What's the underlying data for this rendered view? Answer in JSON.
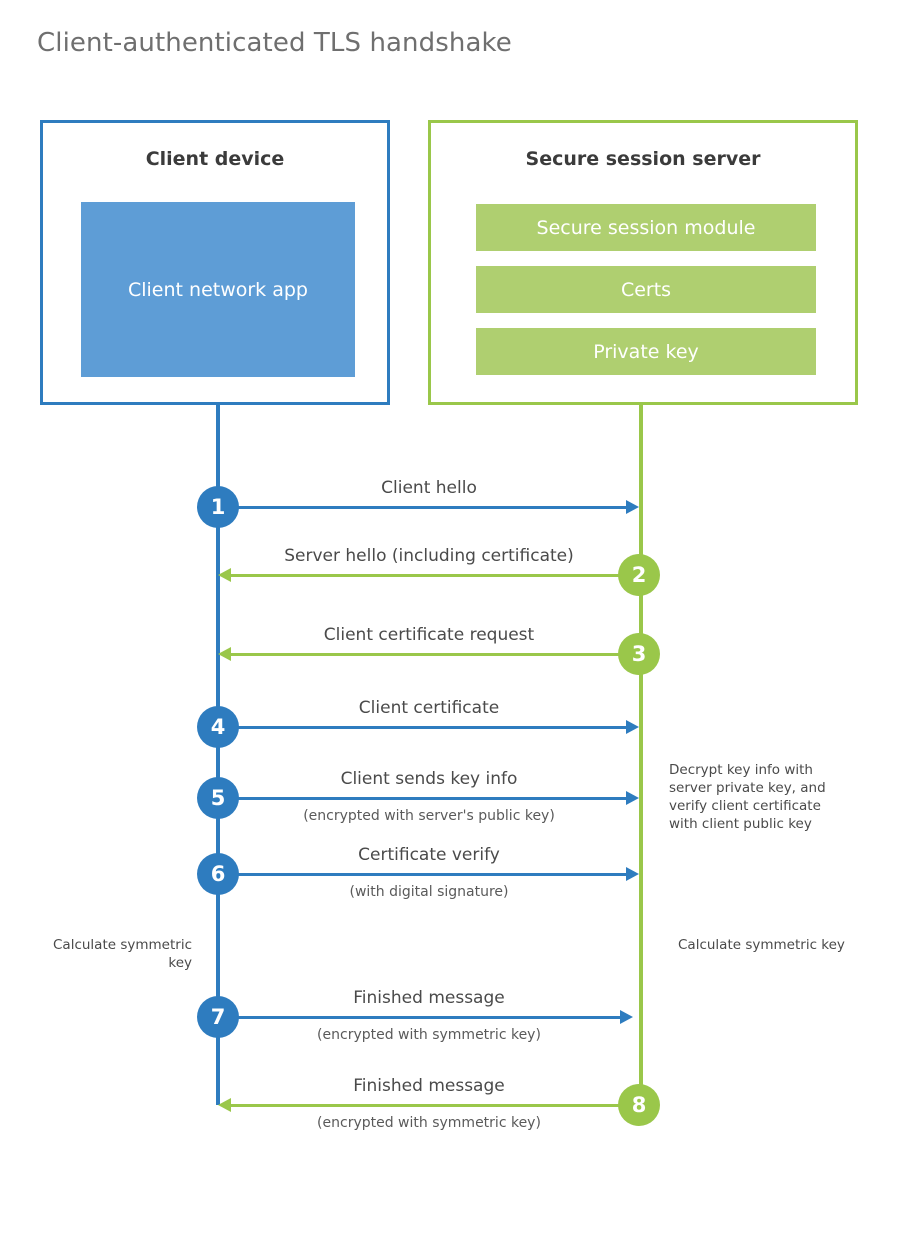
{
  "title": "Client-authenticated TLS handshake",
  "colors": {
    "client_blue": "#2E7CBF",
    "client_block_blue": "#5E9DD6",
    "server_green": "#9AC74A",
    "server_bar_green": "#AFCF70",
    "title_gray": "#6f6f6f",
    "text_gray": "#4a4a4a"
  },
  "actors": {
    "client": {
      "title": "Client device",
      "block_label": "Client network app"
    },
    "server": {
      "title": "Secure session server",
      "bars": [
        "Secure session module",
        "Certs",
        "Private key"
      ]
    }
  },
  "steps": [
    {
      "number": "1",
      "label": "Client hello",
      "sublabel": "",
      "direction": "client-to-server",
      "color": "blue"
    },
    {
      "number": "2",
      "label": "Server hello (including certificate)",
      "sublabel": "",
      "direction": "server-to-client",
      "color": "green"
    },
    {
      "number": "3",
      "label": "Client certificate request",
      "sublabel": "",
      "direction": "server-to-client",
      "color": "green"
    },
    {
      "number": "4",
      "label": "Client certificate",
      "sublabel": "",
      "direction": "client-to-server",
      "color": "blue"
    },
    {
      "number": "5",
      "label": "Client sends key info",
      "sublabel": "(encrypted with server's public key)",
      "direction": "client-to-server",
      "color": "blue"
    },
    {
      "number": "6",
      "label": "Certificate verify",
      "sublabel": "(with digital signature)",
      "direction": "client-to-server",
      "color": "blue"
    },
    {
      "number": "7",
      "label": "Finished message",
      "sublabel": "(encrypted with symmetric key)",
      "direction": "client-to-server",
      "color": "blue"
    },
    {
      "number": "8",
      "label": "Finished message",
      "sublabel": "(encrypted with symmetric key)",
      "direction": "server-to-client",
      "color": "green"
    }
  ],
  "notes": {
    "server_decrypt": "Decrypt key info with server private key, and verify client certificate with client public key",
    "client_calculate": "Calculate symmetric key",
    "server_calculate": "Calculate symmetric key"
  }
}
